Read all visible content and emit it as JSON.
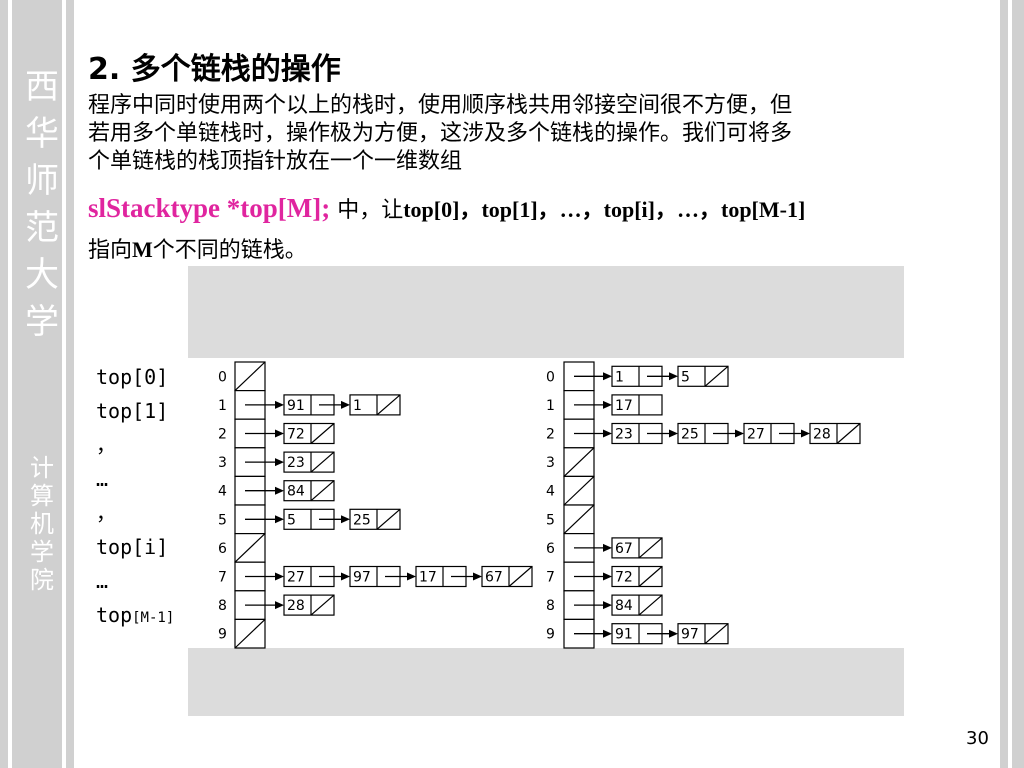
{
  "sidebar": {
    "school_chars": [
      "西",
      "华",
      "师",
      "范",
      "大",
      "学"
    ],
    "college_chars": [
      "计",
      "算",
      "机",
      "学",
      "院"
    ]
  },
  "title": "2. 多个链栈的操作",
  "paragraph_lines": [
    "程序中同时使用两个以上的栈时，使用顺序栈共用邻接空间很不方便，但",
    "若用多个单链栈时，操作极为方便，这涉及多个链栈的操作。我们可将多",
    "个单链栈的栈顶指针放在一个一维数组"
  ],
  "code": {
    "decl": "slStacktype *top[M];",
    "mid1": " 中，让",
    "list": "top[0]，top[1]，…，top[i]，…，top[M-1]",
    "line2_prefix": "指向",
    "line2_m": "M",
    "line2_suffix": "个不同的链栈。"
  },
  "labels": [
    "top[0]",
    "top[1]",
    "，",
    "…",
    "，",
    "top[i]",
    "…"
  ],
  "last_label": {
    "prefix": "top",
    "suffix": "[M-1]"
  },
  "left_diagram": {
    "rows": [
      {
        "index": "0",
        "nodes": []
      },
      {
        "index": "1",
        "nodes": [
          "91",
          "1"
        ]
      },
      {
        "index": "2",
        "nodes": [
          "72"
        ]
      },
      {
        "index": "3",
        "nodes": [
          "23"
        ]
      },
      {
        "index": "4",
        "nodes": [
          "84"
        ]
      },
      {
        "index": "5",
        "nodes": [
          "5",
          "25"
        ]
      },
      {
        "index": "6",
        "nodes": []
      },
      {
        "index": "7",
        "nodes": [
          "27",
          "97",
          "17",
          "67"
        ]
      },
      {
        "index": "8",
        "nodes": [
          "28"
        ]
      },
      {
        "index": "9",
        "nodes": []
      }
    ]
  },
  "right_diagram": {
    "rows": [
      {
        "index": "0",
        "nodes": [
          "1",
          "5"
        ]
      },
      {
        "index": "1",
        "nodes": [
          "17"
        ],
        "open_end": true
      },
      {
        "index": "2",
        "nodes": [
          "23",
          "25",
          "27",
          "28"
        ]
      },
      {
        "index": "3",
        "nodes": []
      },
      {
        "index": "4",
        "nodes": []
      },
      {
        "index": "5",
        "nodes": []
      },
      {
        "index": "6",
        "nodes": [
          "67"
        ]
      },
      {
        "index": "7",
        "nodes": [
          "72"
        ]
      },
      {
        "index": "8",
        "nodes": [
          "84"
        ]
      },
      {
        "index": "9",
        "nodes": [
          "91",
          "97"
        ]
      }
    ]
  },
  "page_number": "30",
  "colors": {
    "accent": "#e0259f",
    "stripe": "#d0d0d0",
    "panel": "#dcdcdc"
  }
}
